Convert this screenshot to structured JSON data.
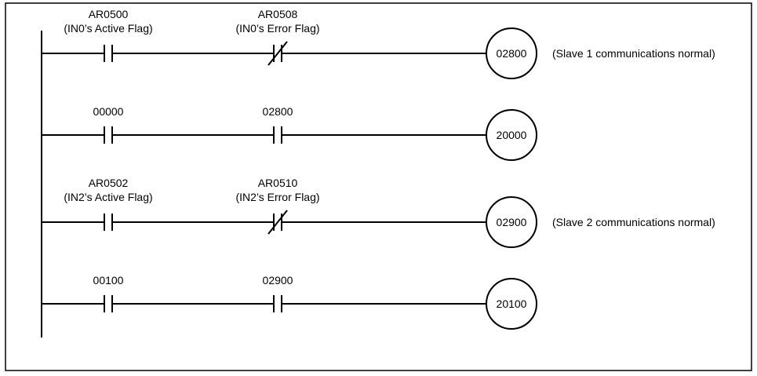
{
  "diagram": {
    "rungs": [
      {
        "contacts": [
          {
            "address": "AR0500",
            "comment": "(IN0’s Active Flag)",
            "type": "no"
          },
          {
            "address": "AR0508",
            "comment": "(IN0’s Error Flag)",
            "type": "nc"
          }
        ],
        "coil": {
          "address": "02800",
          "comment": "(Slave 1 communications normal)"
        }
      },
      {
        "contacts": [
          {
            "address": "00000",
            "comment": "",
            "type": "no"
          },
          {
            "address": "02800",
            "comment": "",
            "type": "no"
          }
        ],
        "coil": {
          "address": "20000",
          "comment": ""
        }
      },
      {
        "contacts": [
          {
            "address": "AR0502",
            "comment": "(IN2’s Active Flag)",
            "type": "no"
          },
          {
            "address": "AR0510",
            "comment": "(IN2’s Error Flag)",
            "type": "nc"
          }
        ],
        "coil": {
          "address": "02900",
          "comment": "(Slave 2 communications normal)"
        }
      },
      {
        "contacts": [
          {
            "address": "00100",
            "comment": "",
            "type": "no"
          },
          {
            "address": "02900",
            "comment": "",
            "type": "no"
          }
        ],
        "coil": {
          "address": "20100",
          "comment": ""
        }
      }
    ]
  }
}
